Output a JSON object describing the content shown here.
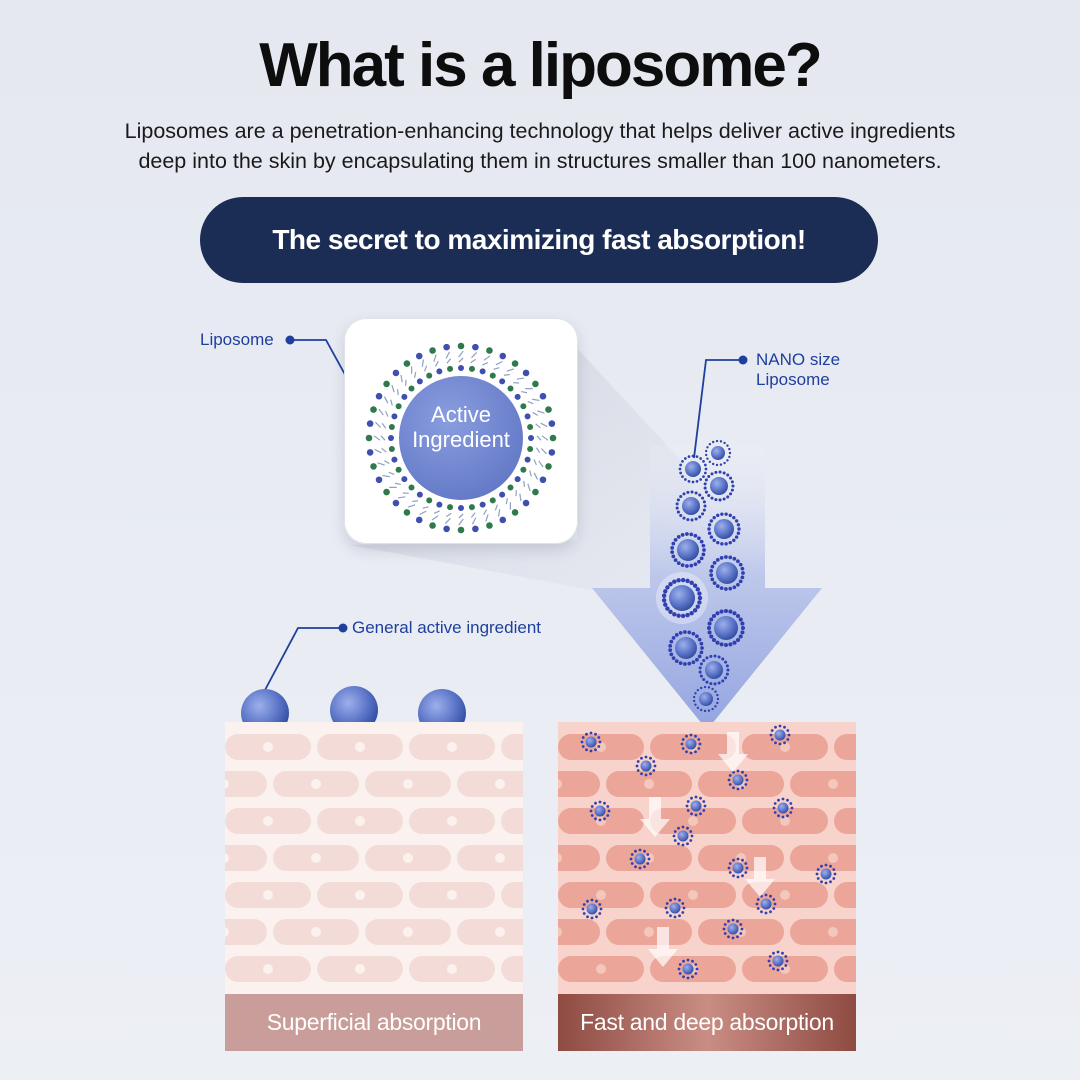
{
  "title": "What is a liposome?",
  "intro": {
    "line1": "Liposomes are a penetration-enhancing technology that helps deliver active ingredients",
    "line2": "deep into the skin by encapsulating them in structures smaller than 100 nanometers."
  },
  "banner": "The secret to maximizing fast absorption!",
  "labels": {
    "liposome": "Liposome",
    "nano_line1": "NANO size",
    "nano_line2": "Liposome",
    "general": "General active ingredient",
    "active_line1": "Active",
    "active_line2": "Ingredient"
  },
  "captions": {
    "superficial": "Superficial absorption",
    "deep": "Fast and deep absorption"
  },
  "colors": {
    "navy": "#1b2d55",
    "label_blue": "#1f3f9e",
    "ingredient_blue": "#6f86cf",
    "skin_light": "#f6e4e0",
    "skin_deep": "#eca598"
  }
}
